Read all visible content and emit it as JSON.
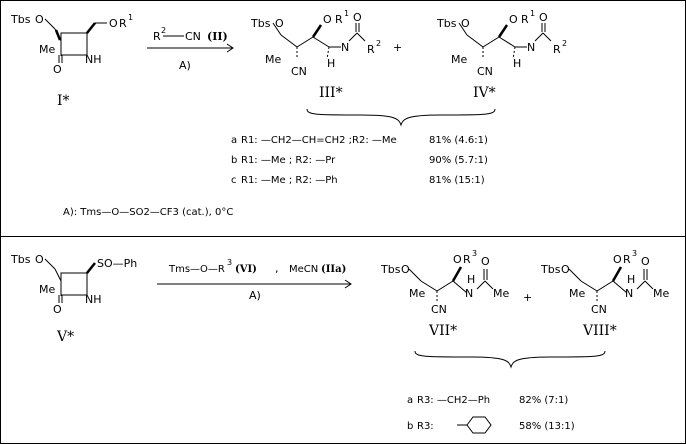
{
  "scheme1": {
    "reactant_label": "I*",
    "reactant": {
      "tbs": "Tbs",
      "o": "O",
      "r": "R",
      "r_sup": "1",
      "me": "Me",
      "nh": "NH",
      "oxo": "O"
    },
    "reagent": {
      "r2": "R",
      "r2_sup": "2",
      "cn": "CN",
      "compound": "(II)",
      "condition": "A)"
    },
    "product1_label": "III*",
    "product2_label": "IV*",
    "plus": "+",
    "product": {
      "tbs": "Tbs",
      "o": "O",
      "r": "R",
      "r1_sup": "1",
      "r2_sup": "2",
      "me": "Me",
      "cn": "CN",
      "n": "N",
      "h": "H",
      "oxo": "O"
    },
    "rows": [
      {
        "letter": "a",
        "subst": "R1: —CH2—CH=CH2 ;R2: —Me",
        "yield": "81% (4.6:1)"
      },
      {
        "letter": "b",
        "subst": "R1: —Me ; R2: —Pr",
        "yield": "90% (5.7:1)"
      },
      {
        "letter": "c",
        "subst": "R1: —Me ; R2: —Ph",
        "yield": "81% (15:1)"
      }
    ],
    "note": "A): Tms—O—SO2—CF3 (cat.), 0°C"
  },
  "scheme2": {
    "reactant_label": "V*",
    "reactant": {
      "tbs": "Tbs",
      "o": "O",
      "sop": "SO—Ph",
      "me": "Me",
      "nh": "NH",
      "oxo": "O"
    },
    "reagent": {
      "tms": "Tms—O—R",
      "r3_sup": "3",
      "compound": "(VI)",
      "sep": ",",
      "mecn": "MeCN",
      "compound2": "(IIa)",
      "condition": "A)"
    },
    "product1_label": "VII*",
    "product2_label": "VIII*",
    "plus": "+",
    "product": {
      "tbs": "Tbs",
      "o": "O",
      "r": "R",
      "r3_sup": "3",
      "me": "Me",
      "cn": "CN",
      "n": "N",
      "h": "H",
      "oxo": "O",
      "acme": "Me"
    },
    "rows": [
      {
        "letter": "a",
        "subst": "R3: —CH2—Ph",
        "yield": "82% (7:1)"
      },
      {
        "letter": "b",
        "subst": "R3:",
        "yield": "58% (13:1)"
      }
    ]
  }
}
